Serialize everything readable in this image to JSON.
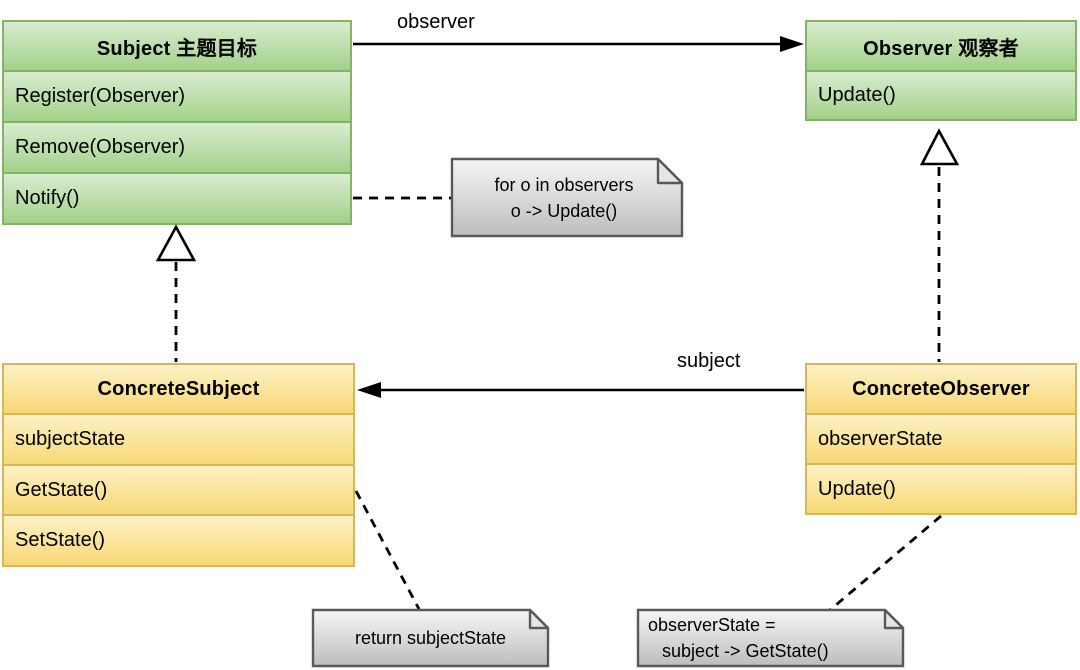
{
  "diagram": {
    "classes": {
      "subject": {
        "title": "Subject 主题目标",
        "members": [
          "Register(Observer)",
          "Remove(Observer)",
          "Notify()"
        ]
      },
      "observer": {
        "title": "Observer 观察者",
        "members": [
          "Update()"
        ]
      },
      "concrete_subject": {
        "title": "ConcreteSubject",
        "members": [
          "subjectState",
          "GetState()",
          "SetState()"
        ]
      },
      "concrete_observer": {
        "title": "ConcreteObserver",
        "members": [
          "observerState",
          "Update()"
        ]
      }
    },
    "edges": {
      "observer_association_label": "observer",
      "subject_association_label": "subject"
    },
    "notes": {
      "notify_note": {
        "lines": [
          "for o in observers",
          "o -> Update()"
        ]
      },
      "get_state_note": {
        "lines": [
          "return subjectState"
        ]
      },
      "update_note": {
        "lines": [
          "observerState =",
          "subject -> GetState()"
        ]
      }
    },
    "colors": {
      "class_green_top": "#d9ecd0",
      "class_green_bottom": "#a2d189",
      "class_green_border": "#82b366",
      "class_yellow_top": "#fdf1c5",
      "class_yellow_bottom": "#f8d876",
      "class_yellow_border": "#d6b656",
      "note_top": "#f6f6f6",
      "note_bottom": "#bdbdbd",
      "note_fold": "#e6e6e6",
      "note_border": "#595959",
      "line": "#000000"
    }
  }
}
